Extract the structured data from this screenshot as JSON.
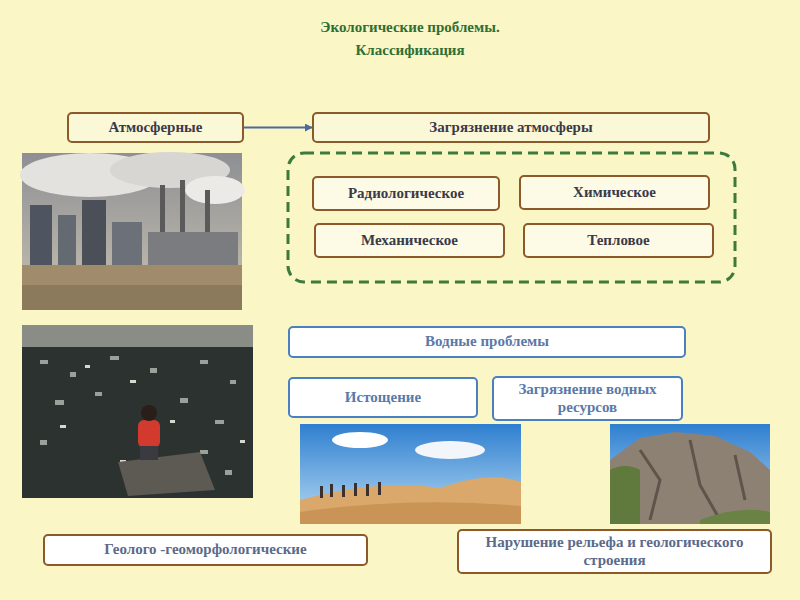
{
  "diagram": {
    "title": "Экологические проблемы. Классификация",
    "nodes": [
      {
        "text": [
          "Атмосферные"
        ]
      },
      {
        "text": [
          "Загрязнение атмосферы"
        ]
      },
      {
        "text": [
          "Радиологическое"
        ]
      },
      {
        "text": [
          "Химическое"
        ]
      },
      {
        "text": [
          "Механическое"
        ]
      },
      {
        "text": [
          "Тепловое"
        ]
      },
      {
        "text": [
          "Водные проблемы"
        ]
      },
      {
        "text": [
          "Истощение"
        ]
      },
      {
        "text": [
          "Загрязнение водных ресурсов"
        ]
      },
      {
        "text": [
          "Геолого -геоморфологические"
        ]
      },
      {
        "text": [
          "Нарушение рельефа и геологического строения"
        ]
      }
    ],
    "edges": [
      {
        "from": 0,
        "to": 1,
        "arrow": "to"
      }
    ]
  }
}
